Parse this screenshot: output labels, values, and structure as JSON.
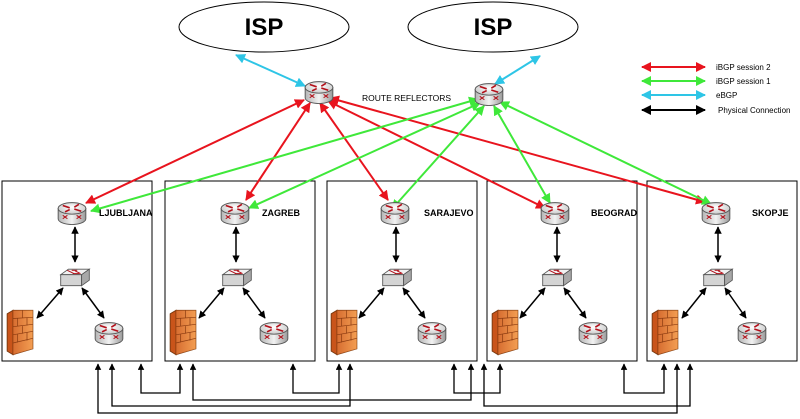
{
  "isps": [
    {
      "label": "ISP"
    },
    {
      "label": "ISP"
    }
  ],
  "route_reflectors_label": "ROUTE REFLECTORS",
  "sites": [
    {
      "name": "LJUBLJANA"
    },
    {
      "name": "ZAGREB"
    },
    {
      "name": "SARAJEVO"
    },
    {
      "name": "BEOGRAD"
    },
    {
      "name": "SKOPJE"
    }
  ],
  "legend": [
    {
      "label": "iBGP session 2",
      "color": "#e8141e"
    },
    {
      "label": "iBGP session 1",
      "color": "#3fe83a"
    },
    {
      "label": "eBGP",
      "color": "#2ec5e6"
    },
    {
      "label": "Physical Connection",
      "color": "#000000"
    }
  ],
  "colors": {
    "ibgp2": "#e8141e",
    "ibgp1": "#3fe83a",
    "ebgp": "#2ec5e6",
    "physical": "#000000",
    "firewall": "#e8782a"
  },
  "icons": {
    "router": "router-icon",
    "switch": "switch-icon",
    "firewall": "firewall-icon"
  }
}
